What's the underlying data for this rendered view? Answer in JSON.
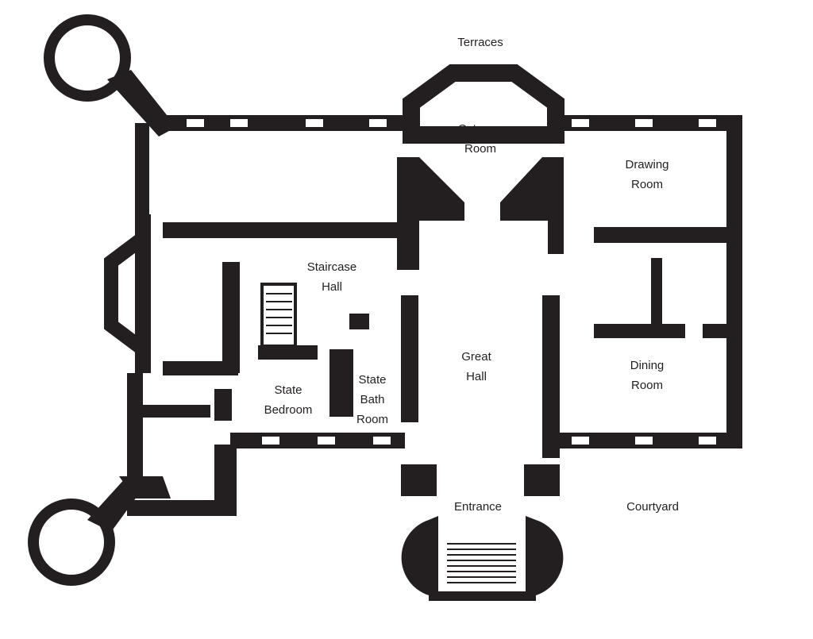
{
  "colors": {
    "wall": "#231f20",
    "background": "#ffffff",
    "glass": "#ffffff"
  },
  "labels": {
    "terraces": "Terraces",
    "octagon": [
      "Octagon",
      "Room"
    ],
    "drawing": [
      "Drawing",
      "Room"
    ],
    "staircase": [
      "Staircase",
      "Hall"
    ],
    "great": [
      "Great",
      "Hall"
    ],
    "dining": [
      "Dining",
      "Room"
    ],
    "state_bedroom": [
      "State",
      "Bedroom"
    ],
    "state_bath": [
      "State",
      "Bath",
      "Room"
    ],
    "entrance": "Entrance",
    "courtyard": "Courtyard"
  }
}
